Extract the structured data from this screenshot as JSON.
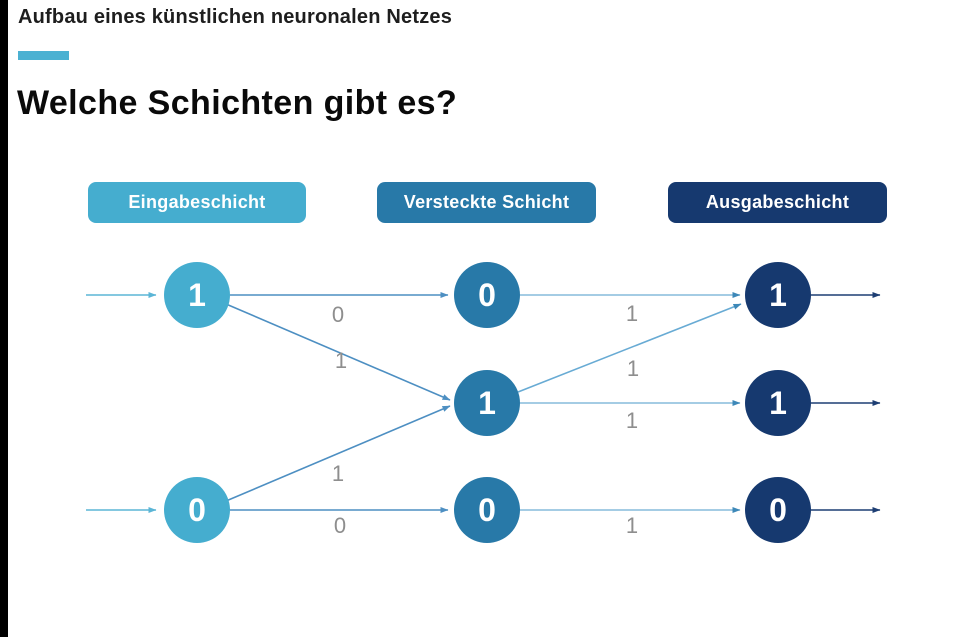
{
  "page": {
    "kicker": "Aufbau eines künstlichen neuronalen Netzes",
    "title": "Welche Schichten gibt es?"
  },
  "colors": {
    "accent_bar": "#4BB1D2",
    "input_layer": "#45ADCF",
    "hidden_layer": "#2879A8",
    "output_layer": "#16396F",
    "edge_steel_blue": "#4D8FC2",
    "edge_light_blue": "#86BBDB",
    "io_arrow_light_blue": "#5BB5D6",
    "out_arrow_navy": "#1D3E73",
    "weight_label_gray": "#8E8E8E"
  },
  "layers": [
    {
      "id": "input-layer",
      "label": "Eingabeschicht"
    },
    {
      "id": "hidden-layer",
      "label": "Versteckte Schicht"
    },
    {
      "id": "output-layer",
      "label": "Ausgabeschicht"
    }
  ],
  "nodes": [
    {
      "id": "input-1",
      "layer": "input",
      "value": "1"
    },
    {
      "id": "input-2",
      "layer": "input",
      "value": "0"
    },
    {
      "id": "hidden-1",
      "layer": "hidden",
      "value": "0"
    },
    {
      "id": "hidden-2",
      "layer": "hidden",
      "value": "1"
    },
    {
      "id": "hidden-3",
      "layer": "hidden",
      "value": "0"
    },
    {
      "id": "output-1",
      "layer": "output",
      "value": "1"
    },
    {
      "id": "output-2",
      "layer": "output",
      "value": "1"
    },
    {
      "id": "output-3",
      "layer": "output",
      "value": "0"
    }
  ],
  "edges": [
    {
      "from": "input-1",
      "to": "hidden-1",
      "weight": "0"
    },
    {
      "from": "input-1",
      "to": "hidden-2",
      "weight": "1"
    },
    {
      "from": "input-2",
      "to": "hidden-2",
      "weight": "1"
    },
    {
      "from": "input-2",
      "to": "hidden-3",
      "weight": "0"
    },
    {
      "from": "hidden-1",
      "to": "output-1",
      "weight": "1"
    },
    {
      "from": "hidden-2",
      "to": "output-1",
      "weight": "1"
    },
    {
      "from": "hidden-2",
      "to": "output-2",
      "weight": "1"
    },
    {
      "from": "hidden-3",
      "to": "output-3",
      "weight": "1"
    }
  ]
}
